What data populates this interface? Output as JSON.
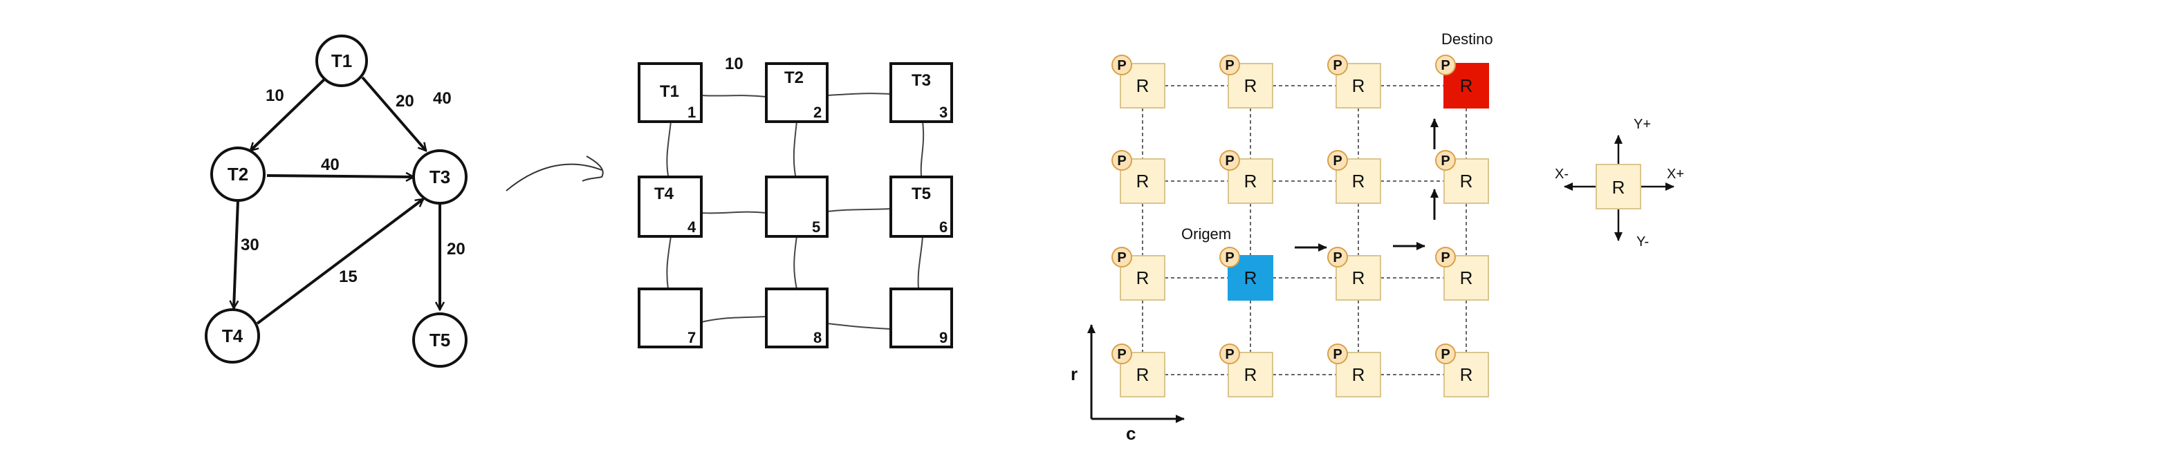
{
  "task_graph": {
    "nodes": [
      {
        "id": "T1",
        "label": "T1"
      },
      {
        "id": "T2",
        "label": "T2"
      },
      {
        "id": "T3",
        "label": "T3"
      },
      {
        "id": "T4",
        "label": "T4"
      },
      {
        "id": "T5",
        "label": "T5"
      }
    ],
    "edges": [
      {
        "from": "T1",
        "to": "T2",
        "weight": "10"
      },
      {
        "from": "T1",
        "to": "T3",
        "weight": "20"
      },
      {
        "from": "T2",
        "to": "T3",
        "weight": "40"
      },
      {
        "from": "T2",
        "to": "T4",
        "weight": "30"
      },
      {
        "from": "T4",
        "to": "T3",
        "weight": "15"
      },
      {
        "from": "T3",
        "to": "T5",
        "weight": "20"
      }
    ],
    "extra_label": "40"
  },
  "mesh_mapping": {
    "cells": [
      {
        "number": "1",
        "task": "T1"
      },
      {
        "number": "2",
        "task": "T2"
      },
      {
        "number": "3",
        "task": "T3"
      },
      {
        "number": "4",
        "task": "T4"
      },
      {
        "number": "5",
        "task": ""
      },
      {
        "number": "6",
        "task": "T5"
      },
      {
        "number": "7",
        "task": ""
      },
      {
        "number": "8",
        "task": ""
      },
      {
        "number": "9",
        "task": ""
      }
    ],
    "link_label": "10"
  },
  "noc": {
    "router_label": "R",
    "processor_label": "P",
    "source_label": "Origem",
    "destination_label": "Destino",
    "row_axis_label": "r",
    "col_axis_label": "c",
    "colors": {
      "router_fill": "#fdf1cf",
      "router_stroke": "#d9c58e",
      "processor_fill": "#fbe2b6",
      "processor_stroke": "#d9a14b",
      "source_fill": "#1ba1e2",
      "destination_fill": "#e51400",
      "link": "#666666"
    }
  },
  "router_legend": {
    "router_label": "R",
    "x_plus": "X+",
    "x_minus": "X-",
    "y_plus": "Y+",
    "y_minus": "Y-"
  }
}
